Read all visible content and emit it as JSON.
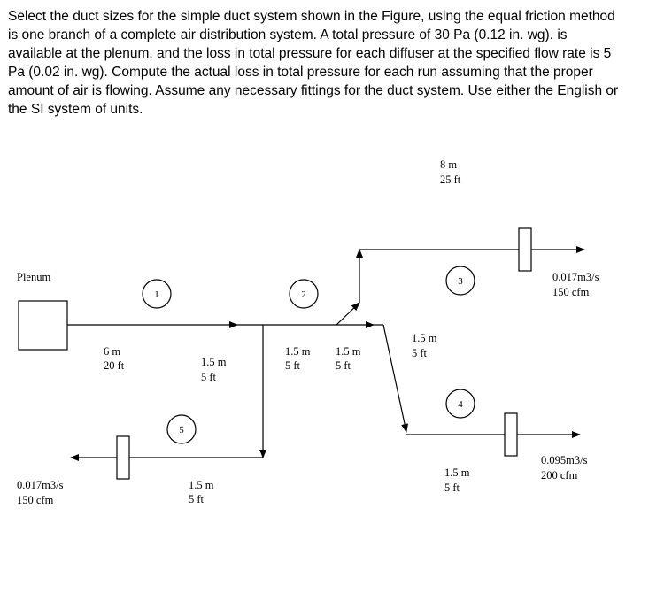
{
  "problem_text": "Select the duct sizes for the simple duct system shown in the Figure, using the equal friction method is one branch of a complete air distribution system. A total pressure of 30 Pa (0.12 in. wg). is available at the plenum, and the loss in total pressure for each diffuser at the specified flow rate is 5 Pa (0.02 in. wg). Compute the actual loss in total pressure for each run assuming that the proper amount of air is flowing. Assume any necessary fittings for the duct system. Use either the English or the SI system of units.",
  "diagram": {
    "plenum_label": "Plenum",
    "sections": [
      "1",
      "2",
      "3",
      "4",
      "5"
    ],
    "lengths": {
      "seg1": [
        "6 m",
        "20 ft"
      ],
      "seg5_drop": [
        "1.5 m",
        "5 ft"
      ],
      "seg2": [
        "1.5 m",
        "5 ft"
      ],
      "seg_riser": [
        "1.5 m",
        "5 ft"
      ],
      "seg3": [
        "8 m",
        "25 ft"
      ],
      "seg4_diag": [
        "1.5 m",
        "5 ft"
      ],
      "seg4": [
        "1.5 m",
        "5 ft"
      ],
      "seg5": [
        "1.5 m",
        "5 ft"
      ]
    },
    "flows": {
      "outlet3": [
        "0.017m3/s",
        "150 cfm"
      ],
      "outlet4": [
        "0.095m3/s",
        "200 cfm"
      ],
      "outlet5": [
        "0.017m3/s",
        "150 cfm"
      ]
    }
  }
}
